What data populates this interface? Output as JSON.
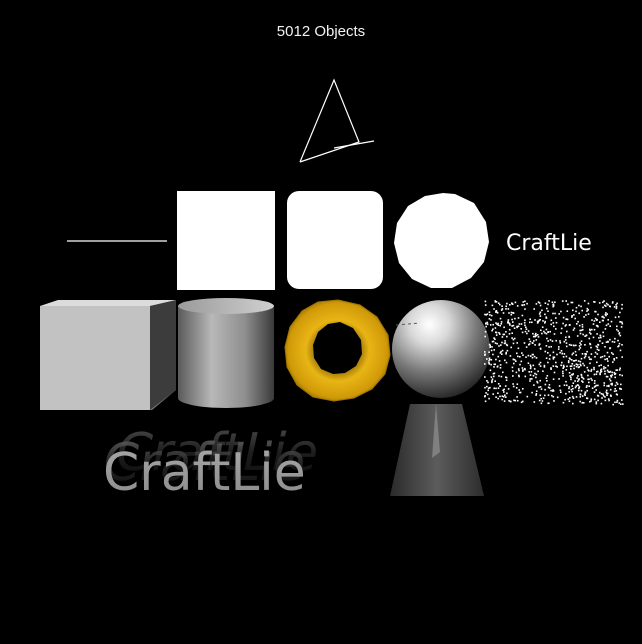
{
  "hud": {
    "object_count": "5012 Objects"
  },
  "scene": {
    "flat_text": "CraftLie",
    "extruded_text": "CraftLie",
    "colors": {
      "background": "#000000",
      "torus": "#d4a10a",
      "primitive": "#ffffff"
    }
  }
}
